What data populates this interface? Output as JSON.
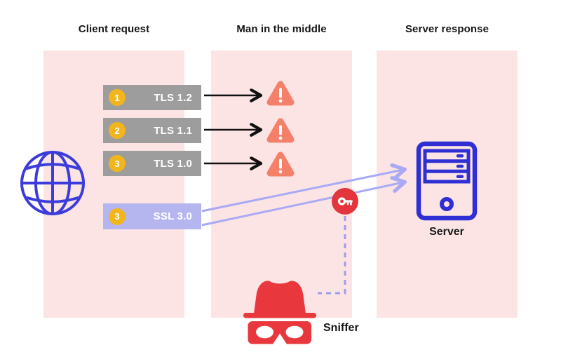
{
  "columns": [
    {
      "label": "Client request"
    },
    {
      "label": "Man in the middle"
    },
    {
      "label": "Server response"
    }
  ],
  "requests": [
    {
      "step": "1",
      "protocol": "TLS 1.2",
      "result": "warning"
    },
    {
      "step": "2",
      "protocol": "TLS 1.1",
      "result": "warning"
    },
    {
      "step": "3",
      "protocol": "TLS 1.0",
      "result": "warning"
    },
    {
      "step": "3",
      "protocol": "SSL 3.0",
      "result": "passed-to-server"
    }
  ],
  "server": {
    "label": "Server"
  },
  "sniffer": {
    "label": "Sniffer"
  },
  "colors": {
    "panel_pink": "#fce4e4",
    "bar_gray": "#9d9d9d",
    "badge_yellow": "#f2b51d",
    "ssl_bar_purple": "#b5b5f0",
    "ssl_line_purple": "#a9a9f5",
    "warning_salmon": "#f5806a",
    "icon_blue": "#3434d4",
    "alert_red": "#e5353c",
    "arrow_black": "#111111"
  }
}
